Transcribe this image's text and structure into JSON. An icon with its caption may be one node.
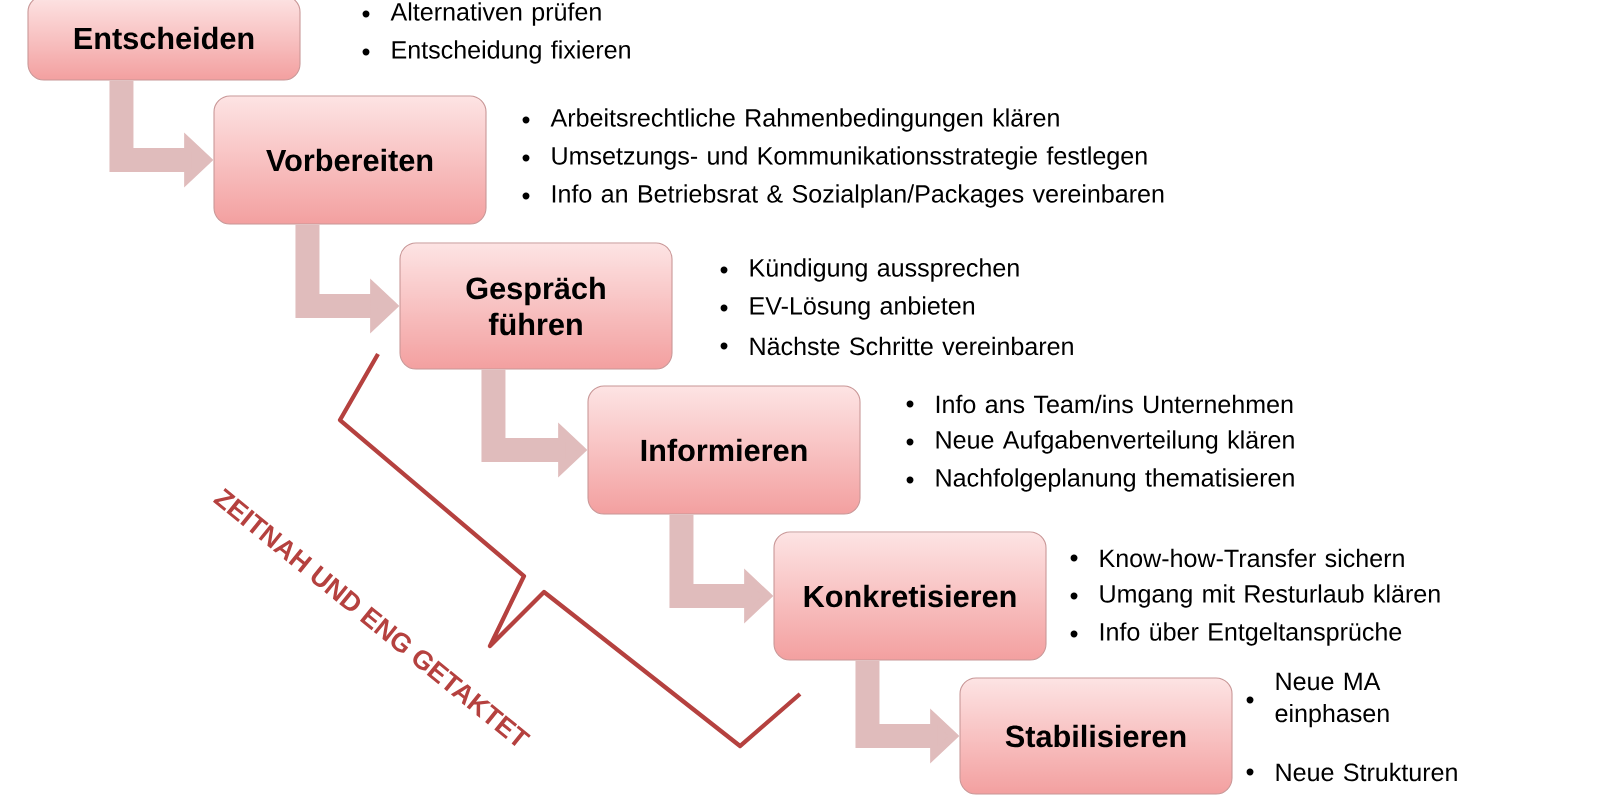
{
  "diagram": {
    "nodes": [
      {
        "text": [
          "Entscheiden"
        ],
        "beside": [
          "Alternativen prüfen",
          "Entscheidung fixieren"
        ]
      },
      {
        "text": [
          "Vorbereiten"
        ],
        "beside": [
          "Arbeitsrechtliche Rahmenbedingungen klären",
          "Umsetzungs- und Kommunikationsstrategie festlegen",
          "Info an Betriebsrat & Sozialplan/Packages vereinbaren"
        ]
      },
      {
        "text": [
          "Gespräch führen"
        ],
        "beside": [
          "Kündigung aussprechen",
          "EV-Lösung anbieten",
          "Nächste Schritte vereinbaren"
        ]
      },
      {
        "text": [
          "Informieren"
        ],
        "beside": [
          "Info ans Team/ins Unternehmen",
          "Neue Aufgabenverteilung klären",
          "Nachfolgeplanung thematisieren"
        ]
      },
      {
        "text": [
          "Konkretisieren"
        ],
        "beside": [
          "Know-how-Transfer sichern",
          "Umgang mit Resturlaub klären",
          "Info über Entgeltansprüche"
        ]
      },
      {
        "text": [
          "Stabilisieren"
        ],
        "beside": [
          "Neue MA einphasen",
          "Neue Strukturen"
        ]
      }
    ],
    "edges": [
      {
        "from": 0,
        "to": 1,
        "arrow": "to"
      },
      {
        "from": 1,
        "to": 2,
        "arrow": "to"
      },
      {
        "from": 2,
        "to": 3,
        "arrow": "to"
      },
      {
        "from": 3,
        "to": 4,
        "arrow": "to"
      },
      {
        "from": 4,
        "to": 5,
        "arrow": "to"
      }
    ],
    "labels": [
      "ZEITNAH UND ENG GETAKTET"
    ]
  }
}
